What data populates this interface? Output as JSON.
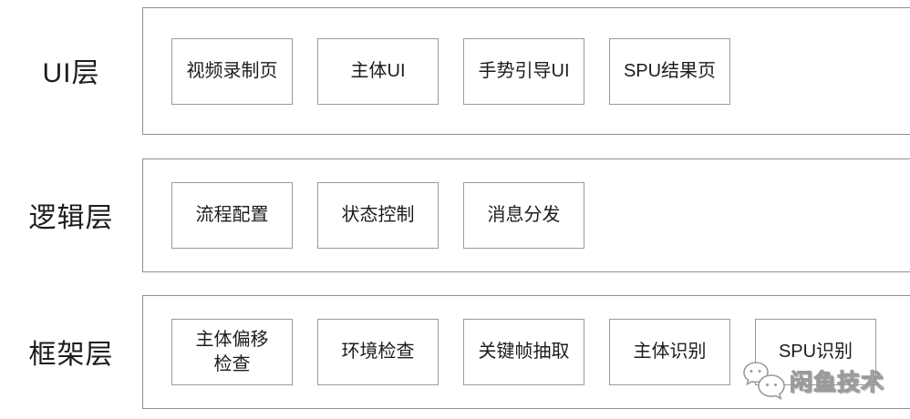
{
  "diagram": {
    "layers": [
      {
        "label": "UI层",
        "boxes": [
          "视频录制页",
          "主体UI",
          "手势引导UI",
          "SPU结果页"
        ]
      },
      {
        "label": "逻辑层",
        "boxes": [
          "流程配置",
          "状态控制",
          "消息分发"
        ]
      },
      {
        "label": "框架层",
        "boxes": [
          "主体偏移\n检查",
          "环境检查",
          "关键帧抽取",
          "主体识别",
          "SPU识别"
        ]
      }
    ]
  },
  "watermark": {
    "icon": "wechat-icon",
    "text": "闲鱼技术"
  },
  "colors": {
    "background": "#ffffff",
    "outer_border": "#8f8f8f",
    "box_border": "#9a9a9a",
    "text": "#1c1c1c",
    "watermark_gray": "#9b9b9b"
  }
}
